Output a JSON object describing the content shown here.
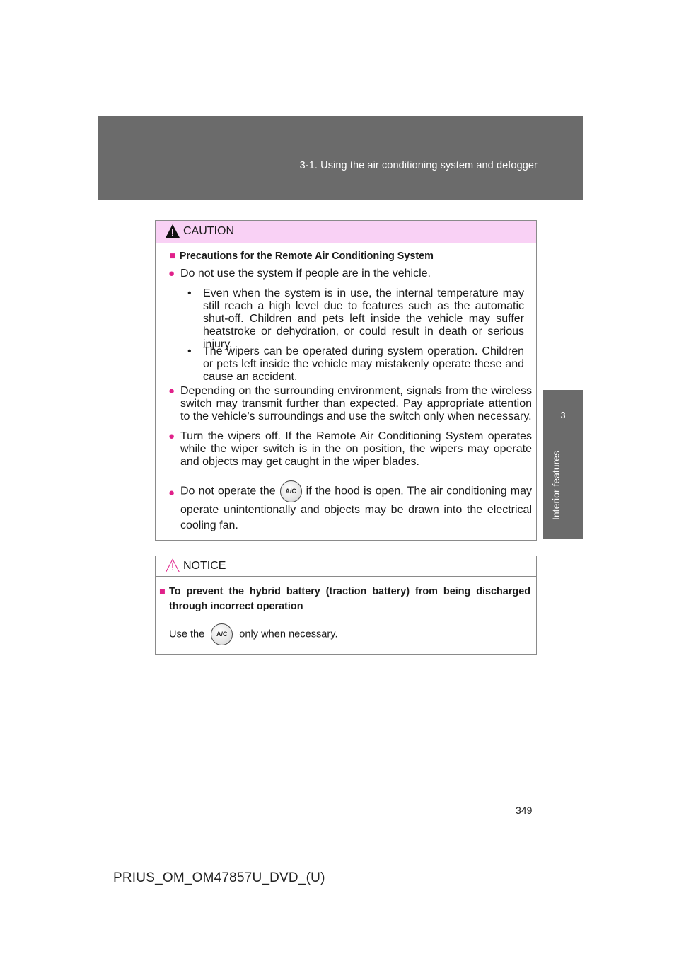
{
  "header": {
    "section_title": "3-1. Using the air conditioning system and defogger"
  },
  "side_tab": {
    "chapter_number": "3",
    "chapter_label": "Interior features"
  },
  "caution": {
    "title": "CAUTION",
    "section_title": "Precautions for the Remote Air Conditioning System",
    "item1": "Do not use the system if people are in the vehicle.",
    "item1_sub1": "Even when the system is in use, the internal temperature may still reach a high level due to features such as the automatic shut-off. Children and pets left inside the vehicle may suffer heatstroke or dehydration, or could result in death or serious injury.",
    "item1_sub2": "The wipers can be operated during system operation. Children or pets left inside the vehicle may mistakenly operate these and cause an accident.",
    "item2": "Depending on the surrounding environment, signals from the wireless switch may transmit further than expected. Pay appropriate attention to the vehicle’s surroundings and use the switch only when necessary.",
    "item3": "Turn the wipers off. If the Remote Air Conditioning System operates while the wiper switch is in the on position, the wipers may operate and objects may get caught in the wiper blades.",
    "item4_before": "Do not operate the",
    "item4_after": "if the hood is open. The air conditioning may operate unintentionally and objects may be drawn into the electrical cooling fan."
  },
  "notice": {
    "title": "NOTICE",
    "section_title": "To prevent the hybrid battery (traction battery) from being discharged through incorrect operation",
    "text_before": "Use the",
    "text_after": "only when necessary."
  },
  "ac_button_label": "A/C",
  "page_number": "349",
  "footer_code": "PRIUS_OM_OM47857U_DVD_(U)",
  "colors": {
    "header_gray": "#6b6b6b",
    "caution_pink": "#f9d1f5",
    "bullet_magenta": "#e0218a"
  }
}
